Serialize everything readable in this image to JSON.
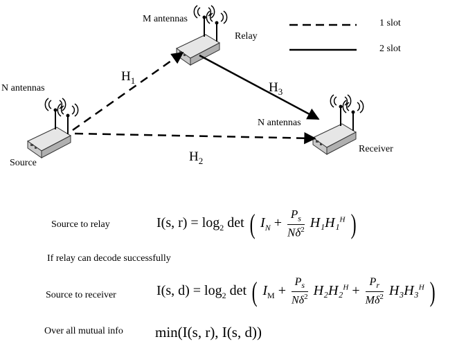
{
  "labels": {
    "m_antennas": "M antennas",
    "relay": "Relay",
    "n_antennas_source": "N antennas",
    "source": "Source",
    "n_antennas_receiver": "N antennas",
    "receiver": "Receiver"
  },
  "channels": {
    "h1": "H",
    "h1_sub": "1",
    "h2": "H",
    "h2_sub": "2",
    "h3": "H",
    "h3_sub": "3"
  },
  "legend": {
    "dashed_label": "1 slot",
    "solid_label": "2 slot"
  },
  "equations": {
    "source_to_relay": "Source to relay",
    "if_relay_decode": "If relay can decode successfully",
    "source_to_receiver": "Source to receiver",
    "overall_info": "Over all mutual info",
    "eq_sr_lhs": "I(s, r) = log",
    "eq_sr_log_sub": "2",
    "eq_sr_det": "det",
    "eq_sr_I": "I",
    "eq_sr_I_sub": "N",
    "eq_sr_num": "P",
    "eq_sr_num_sub": "s",
    "eq_sr_den": "Nδ",
    "eq_sr_den_sup": "2",
    "eq_sr_tail": "H₁H₁",
    "eq_sr_tail_sup": "H",
    "eq_sd_lhs": "I(s, d) = log",
    "eq_sd_log_sub": "2",
    "eq_sd_det": "det",
    "eq_sd_I": "I",
    "eq_sd_I_sub": "M",
    "eq_sd_num1": "P",
    "eq_sd_num1_sub": "s",
    "eq_sd_den1": "Nδ",
    "eq_sd_den1_sup": "2",
    "eq_sd_mid": "H₂H₂",
    "eq_sd_mid_sup": "H",
    "eq_sd_num2": "P",
    "eq_sd_num2_sub": "r",
    "eq_sd_den2": "Mδ",
    "eq_sd_den2_sup": "2",
    "eq_sd_tail": "H₃H₃",
    "eq_sd_tail_sup": "H",
    "eq_min": "min(I(s, r),  I(s, d))"
  }
}
